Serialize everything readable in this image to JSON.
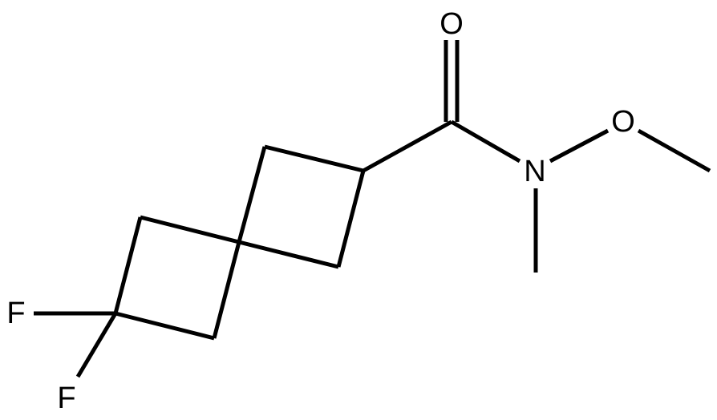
{
  "molecule": {
    "atoms": {
      "oxygen_carbonyl": "O",
      "oxygen_methoxy": "O",
      "nitrogen": "N",
      "fluorine_1": "F",
      "fluorine_2": "F"
    }
  },
  "colors": {
    "bond": "#000000",
    "background": "#ffffff"
  }
}
